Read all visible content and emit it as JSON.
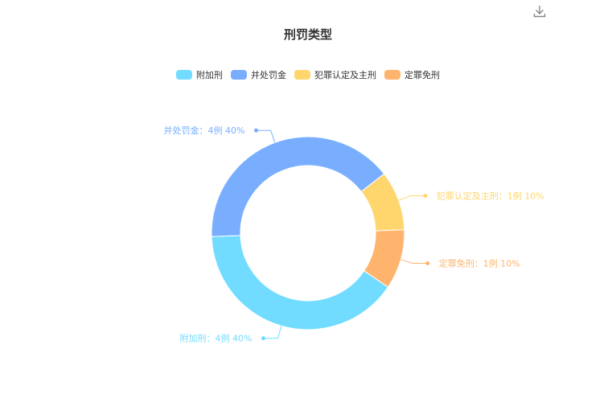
{
  "chart_data": {
    "type": "pie",
    "title": "刑罚类型",
    "legend_position": "top",
    "categories": [
      "附加刑",
      "并处罚金",
      "犯罪认定及主刑",
      "定罪免刑"
    ],
    "series": [
      {
        "values": [
          4,
          4,
          1,
          1
        ],
        "colors": [
          "#71DCFF",
          "#79AEFF",
          "#FFD66E",
          "#FFB46E"
        ]
      }
    ],
    "labels": [
      "附加刑：4例 40%",
      "并处罚金：4例 40%",
      "犯罪认定及主刑：1例 10%",
      "定罪免刑：1例 10%"
    ]
  },
  "toolbar": {
    "download_icon": "download-icon"
  }
}
